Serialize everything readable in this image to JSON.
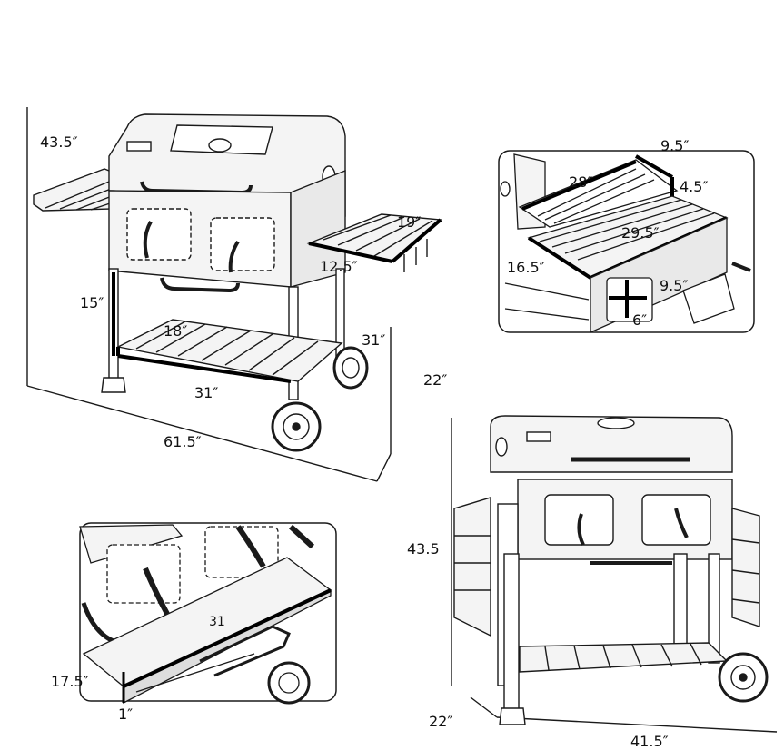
{
  "labels": {
    "main_height": "43.5″",
    "main_side_shelf_depth": "19″",
    "main_side_shelf_width": "12.5″",
    "main_leg_height": "15″",
    "main_bottom_depth": "18″",
    "main_right_height": "31″",
    "main_bottom_width": "31″",
    "main_total_length": "61.5″",
    "main_depth": "22″",
    "grate_top_width": "9.5″",
    "grate_upper_length": "28″",
    "grate_step": "4.5″",
    "grate_main_length": "29.5″",
    "grate_depth": "16.5″",
    "door_height": "9.5″",
    "door_width": "6″",
    "front_height": "43.5",
    "front_depth": "22″",
    "front_width": "41.5″",
    "shelf_length": "31",
    "shelf_depth": "17.5″",
    "shelf_thickness": "1″"
  },
  "colors": {
    "line": "#1a1a1a",
    "fill": "#f4f4f4",
    "grill_body": "#e9e9e9",
    "highlight": "#000000"
  },
  "icons": {
    "wheel": "wheel-icon",
    "handle": "handle-icon",
    "thermometer": "thermometer-icon"
  }
}
